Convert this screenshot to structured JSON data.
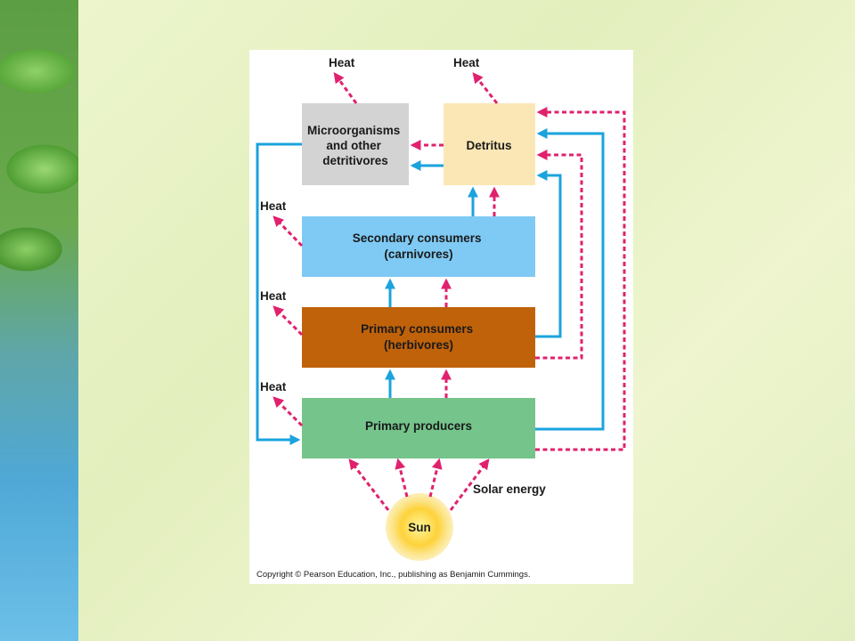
{
  "boxes": {
    "microorganisms": {
      "lines": [
        "Microorganisms",
        "and other",
        "detritivores"
      ],
      "color": "#d3d3d3"
    },
    "detritus": {
      "lines": [
        "Detritus"
      ],
      "color": "#fbe7b5"
    },
    "secondary": {
      "lines": [
        "Secondary consumers",
        "(carnivores)"
      ],
      "color": "#7fcaf5"
    },
    "primary_consumers": {
      "lines": [
        "Primary consumers",
        "(herbivores)"
      ],
      "color": "#c0620a"
    },
    "producers": {
      "lines": [
        "Primary producers"
      ],
      "color": "#74c48c"
    }
  },
  "heat_labels": [
    "Heat",
    "Heat",
    "Heat",
    "Heat",
    "Heat"
  ],
  "sun_label": "Sun",
  "solar_label": "Solar energy",
  "copyright": "Copyright © Pearson Education, Inc., publishing as Benjamin Cummings.",
  "colors": {
    "energy_flow": "#e0226e",
    "chemical_cycling": "#1aa3dc",
    "sun": "#fdd23a"
  }
}
